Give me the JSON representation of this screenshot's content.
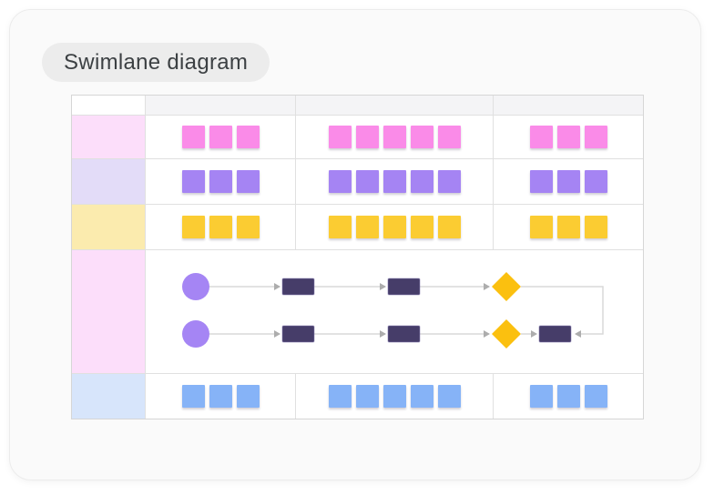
{
  "title": "Swimlane diagram",
  "colors": {
    "card_bg": "#FAFAFA",
    "card_border": "#ECECEC",
    "pill_bg": "#ECECEC",
    "title_text": "#3C4043",
    "table_border": "#D6D6D6",
    "grid_line": "#E0E0E0",
    "header_bg": "#F4F4F6",
    "cell_bg": "#FFFFFF",
    "connector": "#D9D9D9",
    "arrowhead": "#ADADAD",
    "flow_circle": "#A585F4",
    "flow_rect": "#463D69",
    "flow_rect_border": "#8478AD",
    "flow_diamond": "#FBC00F"
  },
  "table": {
    "header_column_count": 3,
    "lanes": [
      {
        "id": "pink-lane",
        "type": "squares",
        "label_color": "#FCDEFA",
        "item_color": "#FA8BE8",
        "counts": [
          3,
          5,
          3
        ]
      },
      {
        "id": "purple-lane",
        "type": "squares",
        "label_color": "#E3DCF8",
        "item_color": "#A584F3",
        "counts": [
          3,
          5,
          3
        ]
      },
      {
        "id": "yellow-lane",
        "type": "squares",
        "label_color": "#FBEBAE",
        "item_color": "#FBCC32",
        "counts": [
          3,
          5,
          3
        ]
      },
      {
        "id": "flow-lane",
        "type": "flowchart",
        "label_color": "#FCDEFA",
        "flow": {
          "rows": [
            [
              "start-circle",
              "task",
              "task",
              "decision"
            ],
            [
              "start-circle",
              "task",
              "task",
              "decision",
              "task"
            ]
          ],
          "feedback_connector": true
        }
      },
      {
        "id": "blue-lane",
        "type": "squares",
        "label_color": "#D7E5FB",
        "item_color": "#86B3F7",
        "counts": [
          3,
          5,
          3
        ]
      }
    ]
  }
}
